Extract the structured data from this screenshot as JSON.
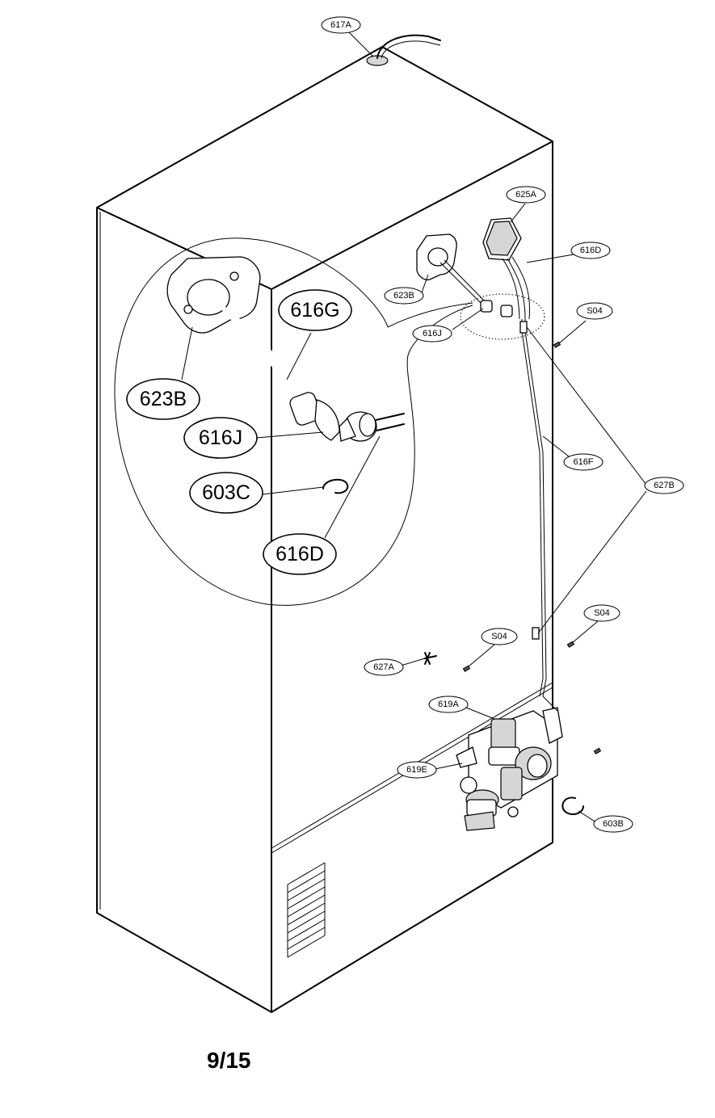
{
  "labels": {
    "l617A": "617A",
    "l625A": "625A",
    "l616D": "616D",
    "l623B": "623B",
    "lS04a": "S04",
    "l616J": "616J",
    "l616F": "616F",
    "l627B": "627B",
    "lS04b": "S04",
    "lS04c": "S04",
    "l627A": "627A",
    "l619A": "619A",
    "l619E": "619E",
    "l603B": "603B"
  },
  "callouts": {
    "c616G": "616G",
    "c623B": "623B",
    "c616J": "616J",
    "c603C": "603C",
    "c616D": "616D"
  },
  "page_number": "9/15"
}
